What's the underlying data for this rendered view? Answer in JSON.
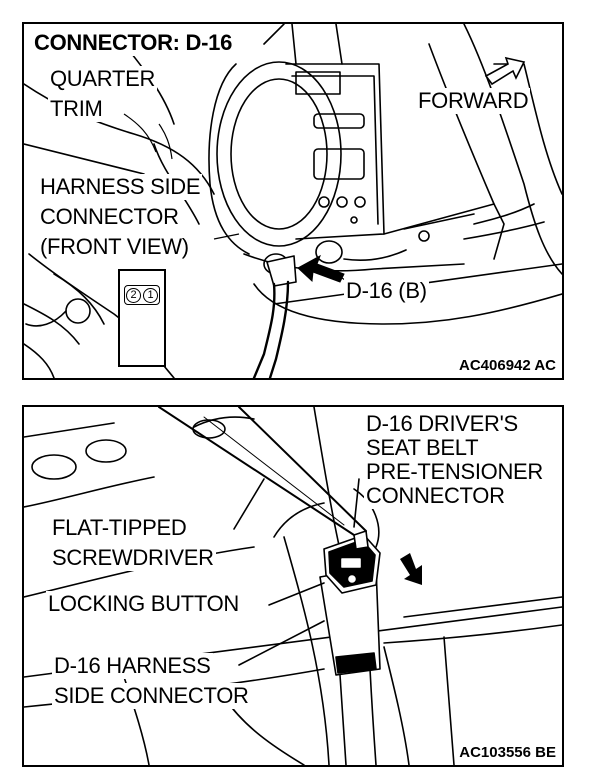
{
  "top_panel": {
    "title": "CONNECTOR: D-16",
    "quarter_trim": [
      "QUARTER",
      "TRIM"
    ],
    "forward": "FORWARD",
    "harness_side": [
      "HARNESS SIDE",
      "CONNECTOR",
      "(FRONT VIEW)"
    ],
    "pin_numbers": [
      "2",
      "1"
    ],
    "callout": "D-16 (B)",
    "figure_code": "AC406942 AC"
  },
  "bottom_panel": {
    "connector_label": [
      "D-16 DRIVER'S",
      "SEAT BELT",
      "PRE-TENSIONER",
      "CONNECTOR"
    ],
    "screwdriver_label": [
      "FLAT-TIPPED",
      "SCREWDRIVER"
    ],
    "locking_button_label": "LOCKING BUTTON",
    "harness_connector_label": [
      "D-16 HARNESS",
      "SIDE CONNECTOR"
    ],
    "figure_code": "AC103556 BE"
  }
}
